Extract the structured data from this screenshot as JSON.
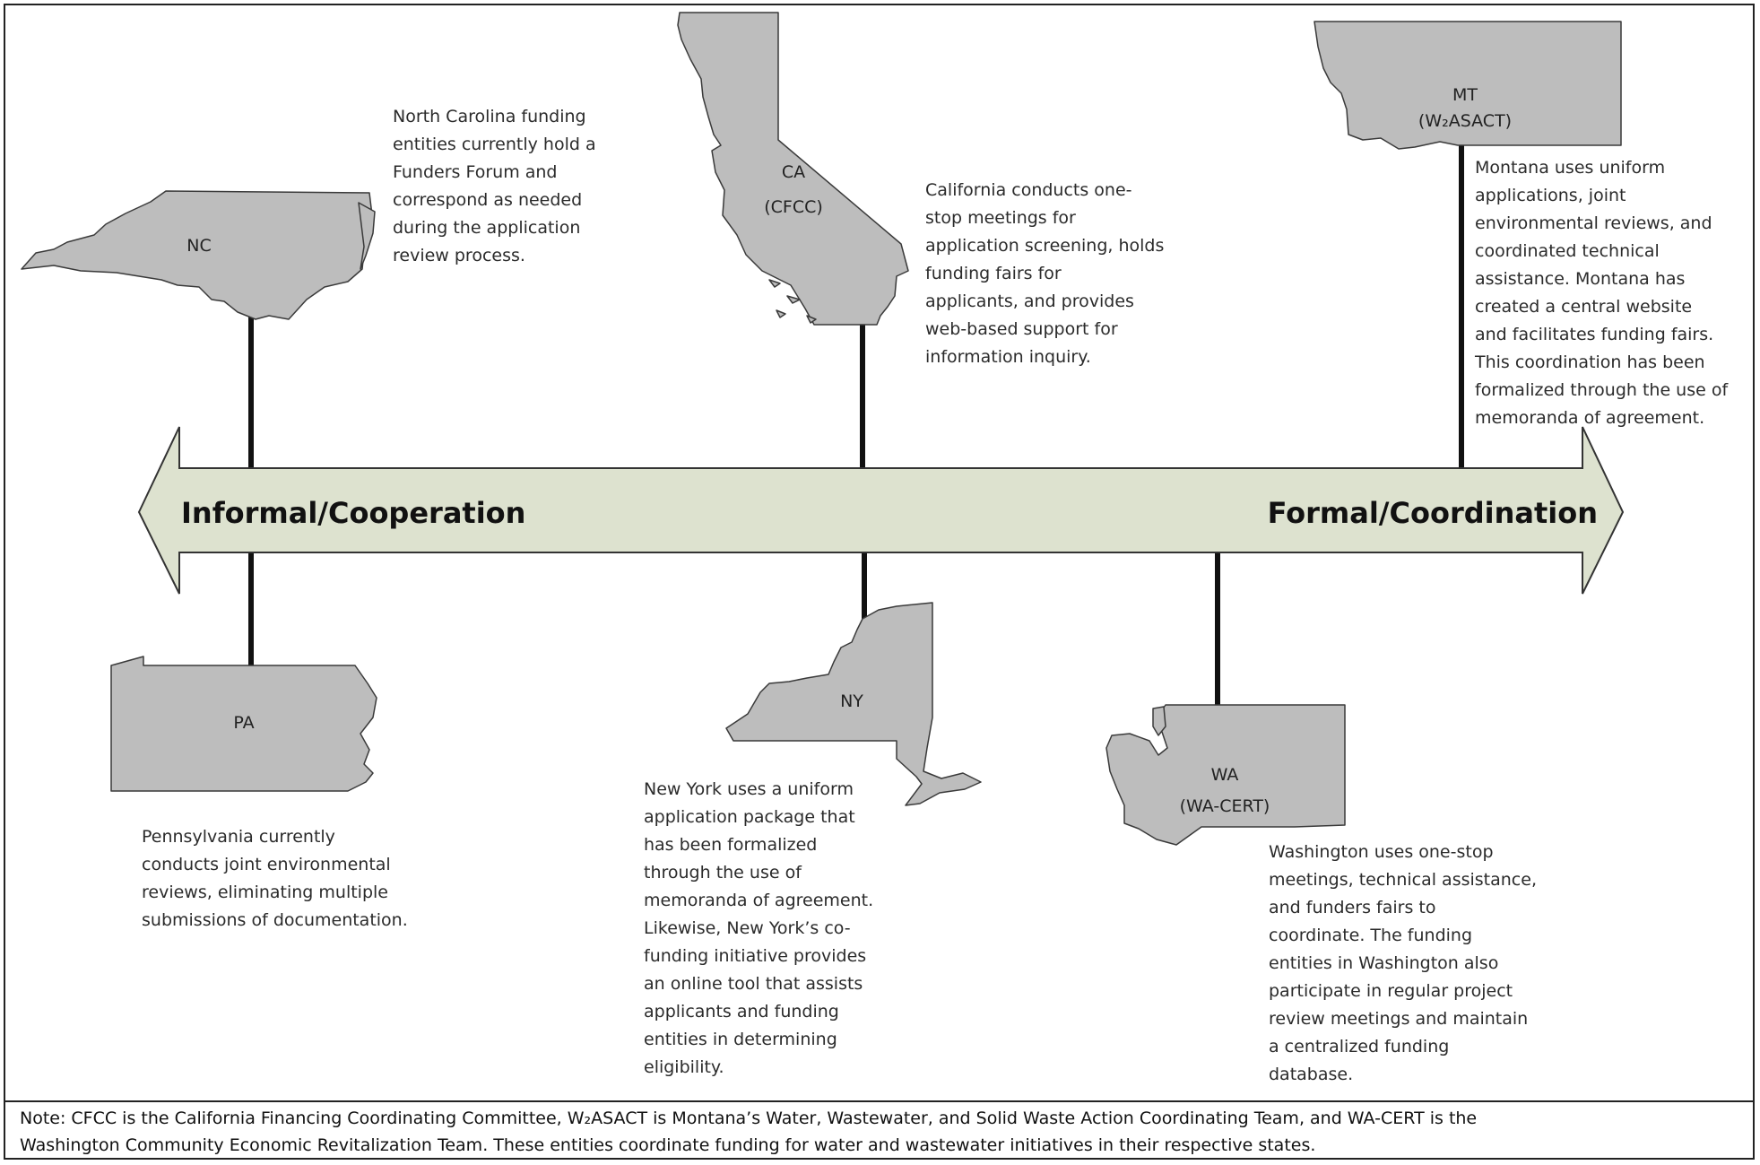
{
  "arrow": {
    "left_label": "Informal/Cooperation",
    "right_label": "Formal/Coordination",
    "fill": "#dde2cf"
  },
  "states": {
    "nc": {
      "label": "NC",
      "text": "North Carolina funding\nentities currently hold a\nFunders Forum and\ncorrespond as needed\nduring the application\nreview process."
    },
    "ca": {
      "label": "CA",
      "sublabel": "(CFCC)",
      "text": "California conducts one-\nstop meetings for\napplication screening, holds\nfunding fairs for\napplicants, and provides\nweb-based support for\ninformation inquiry."
    },
    "mt": {
      "label": "MT",
      "sublabel": "(W₂ASACT)",
      "text": "Montana uses uniform\napplications, joint\nenvironmental reviews, and\ncoordinated technical\nassistance. Montana has\ncreated a central website\nand facilitates funding fairs.\nThis coordination has been\nformalized through the use of\nmemoranda of agreement."
    },
    "pa": {
      "label": "PA",
      "text": "Pennsylvania currently\nconducts joint environmental\nreviews, eliminating multiple\nsubmissions of documentation."
    },
    "ny": {
      "label": "NY",
      "text": "New York uses a uniform\napplication package that\nhas been formalized\nthrough the use of\nmemoranda of agreement.\nLikewise, New York’s co-\nfunding initiative provides\nan online tool  that assists\napplicants and funding\nentities in determining\neligibility."
    },
    "wa": {
      "label": "WA",
      "sublabel": "(WA-CERT)",
      "text": "Washington uses one-stop\nmeetings, technical assistance,\nand funders fairs to\ncoordinate. The funding\nentities in Washington also\nparticipate in regular project\nreview meetings and maintain\na centralized funding\ndatabase."
    }
  },
  "note": "Note: CFCC is the California Financing Coordinating Committee, W₂ASACT is Montana’s Water, Wastewater, and Solid Waste Action Coordinating Team, and WA-CERT is the\nWashington Community Economic Revitalization Team. These entities coordinate funding for water and wastewater initiatives in their respective states.",
  "colors": {
    "state_fill": "#bdbdbd",
    "connector": "#111111",
    "border": "#222222"
  }
}
